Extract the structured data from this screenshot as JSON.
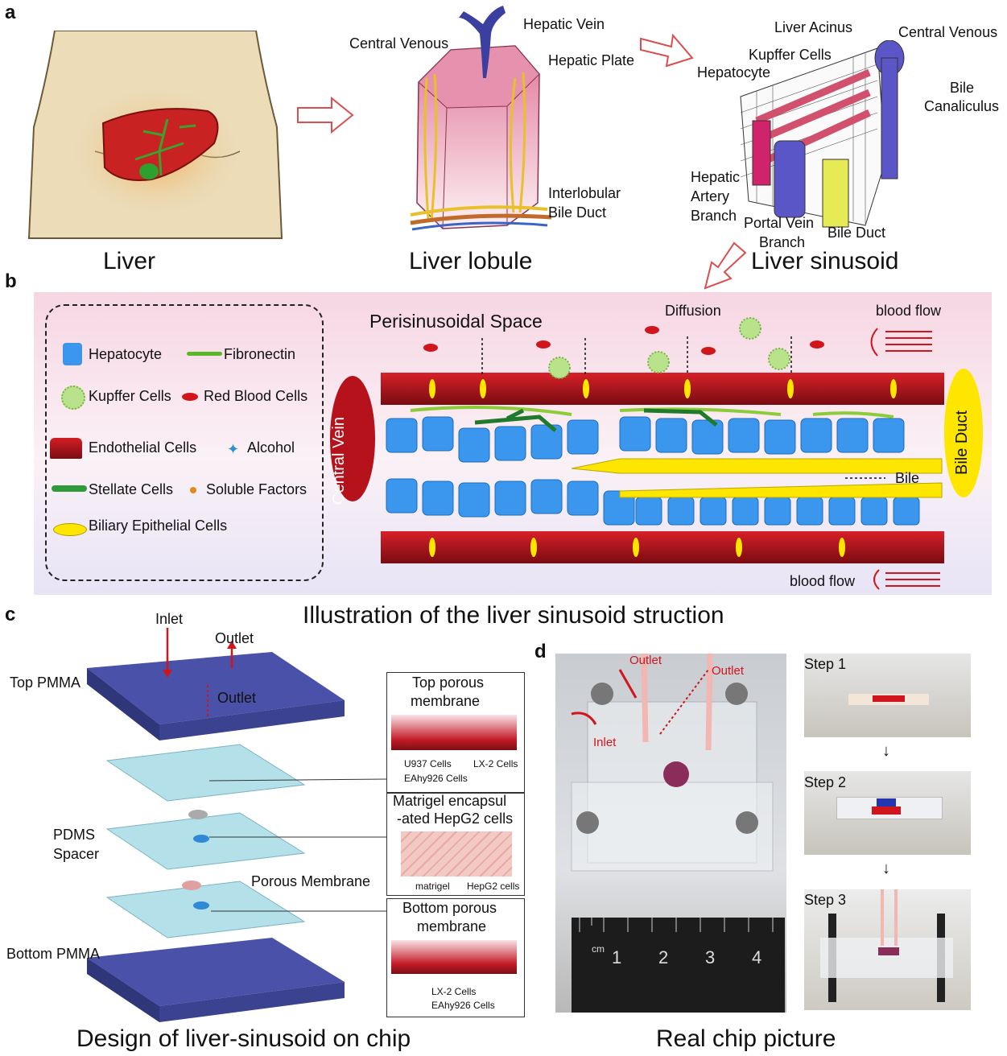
{
  "panel_labels": {
    "a": "a",
    "b": "b",
    "c": "c",
    "d": "d"
  },
  "panel_a": {
    "liver_caption": "Liver",
    "lobule_caption": "Liver lobule",
    "sinusoid_caption": "Liver sinusoid",
    "lobule_labels": {
      "hepatic_vein": "Hepatic Vein",
      "central_venous": "Central Venous",
      "hepatic_plate": "Hepatic Plate",
      "interlobular_1": "Interlobular",
      "interlobular_2": "Bile Duct"
    },
    "sinusoid_labels": {
      "liver_acinus": "Liver Acinus",
      "central_venous": "Central Venous",
      "kupffer": "Kupffer Cells",
      "hepatocyte": "Hepatocyte",
      "bile_1": "Bile",
      "bile_2": "Canaliculus",
      "hepatic_1": "Hepatic",
      "hepatic_2": "Artery",
      "hepatic_3": "Branch",
      "portal_1": "Portal Vein",
      "portal_2": "Branch",
      "bile_duct": "Bile Duct"
    }
  },
  "panel_b": {
    "legend": {
      "hepatocyte": "Hepatocyte",
      "fibronectin": "Fibronectin",
      "kupffer": "Kupffer Cells",
      "rbc": "Red Blood Cells",
      "endothelial": "Endothelial  Cells",
      "alcohol": "Alcohol",
      "stellate": "Stellate Cells",
      "soluble": "Soluble Factors",
      "biliary": "Biliary Epithelial Cells"
    },
    "perisinusoidal": "Perisinusoidal Space",
    "diffusion": "Diffusion",
    "blood_flow_top": "blood flow",
    "blood_flow_bottom": "blood flow",
    "central_vein": "Central Vein",
    "bile_duct": "Bile Duct",
    "bile": "Bile",
    "caption": "Illustration of the liver sinusoid struction"
  },
  "panel_c": {
    "inlet": "Inlet",
    "outlet_top": "Outlet",
    "outlet_inner": "Outlet",
    "top_pmma": "Top PMMA",
    "pdms_1": "PDMS",
    "pdms_2": "Spacer",
    "porous_membrane": "Porous Membrane",
    "bottom_pmma": "Bottom PMMA",
    "box1_title_1": "Top  porous",
    "box1_title_2": "membrane",
    "box1_u937": "U937 Cells",
    "box1_lx2": "LX-2 Cells",
    "box1_eahy": "EAhy926 Cells",
    "box2_title_1": "Matrigel encapsul",
    "box2_title_2": "-ated HepG2 cells",
    "box2_matrigel": "matrigel",
    "box2_hepg2": "HepG2 cells",
    "box3_title_1": "Bottom porous",
    "box3_title_2": "membrane",
    "box3_lx2": "LX-2 Cells",
    "box3_eahy": "EAhy926 Cells",
    "caption": "Design of liver-sinusoid on chip"
  },
  "panel_d": {
    "outlet_1": "Outlet",
    "outlet_2": "Outlet",
    "inlet": "Inlet",
    "step1": "Step 1",
    "step2": "Step 2",
    "step3": "Step 3",
    "ruler_1": "1",
    "ruler_2": "2",
    "ruler_3": "3",
    "ruler_4": "4",
    "ruler_cm": "cm",
    "caption": "Real chip picture"
  },
  "colors": {
    "vein_blue": "#3b3fa0",
    "sinusoid_red": "#b5121b",
    "flow_red": "#d0161c",
    "biliary_yellow": "#ffe600",
    "hepatocyte_blue": "#2e8be8"
  }
}
